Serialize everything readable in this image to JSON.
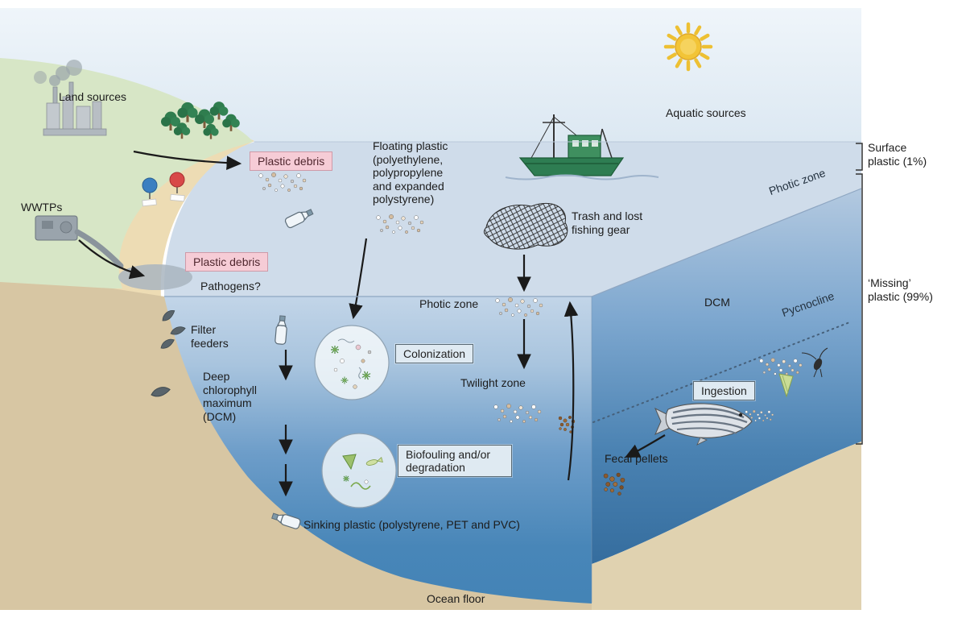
{
  "figure": {
    "subject": "Fate of plastic debris in the ocean (land and aquatic sources, water column, ocean floor)",
    "labels": {
      "land_sources": "Land sources",
      "aquatic_sources": "Aquatic sources",
      "wwtps": "WWTPs",
      "plastic_debris_1": "Plastic debris",
      "plastic_debris_2": "Plastic debris",
      "pathogens": "Pathogens?",
      "floating_plastic": "Floating plastic (polyethylene, polypropylene and expanded polystyrene)",
      "trash_gear": "Trash and lost fishing gear",
      "photic_zone_front": "Photic zone",
      "twilight_zone": "Twilight zone",
      "colonization": "Colonization",
      "biofouling": "Biofouling and/or degradation",
      "ingestion": "Ingestion",
      "fecal_pellets": "Fecal pellets",
      "filter_feeders": "Filter feeders",
      "dcm_left": "Deep chlorophyll maximum (DCM)",
      "dcm_right": "DCM",
      "photic_zone_right": "Photic zone",
      "pycnocline": "Pycnocline",
      "sinking_plastic": "Sinking plastic (polystyrene, PET and PVC)",
      "ocean_floor": "Ocean floor",
      "surface_plastic": "Surface plastic (1%)",
      "missing_plastic": "‘Missing’ plastic (99%)"
    },
    "colors": {
      "sky": "#e9f0f7",
      "surface_water": "#cfdcea",
      "photic_water": "#b9cfe4",
      "deep_water_front": "#4383b6",
      "deep_water_right": "#356d9e",
      "sand_front": "#d7c6a3",
      "sand_right": "#e0d2b0",
      "beach": "#eddcb4",
      "land_green": "#d7e6c6",
      "tree_green": "#2f7d4e",
      "debris_box_bg": "#f6ccd6",
      "debris_box_border": "#cf9aa8",
      "info_box_bg": "#dfeaf2",
      "info_box_border": "#5a6a74",
      "sun_yellow": "#f2c437",
      "boat_green": "#2e7d52",
      "fecal_brown": "#8a5a30",
      "arrow_black": "#1a1a1a"
    }
  }
}
